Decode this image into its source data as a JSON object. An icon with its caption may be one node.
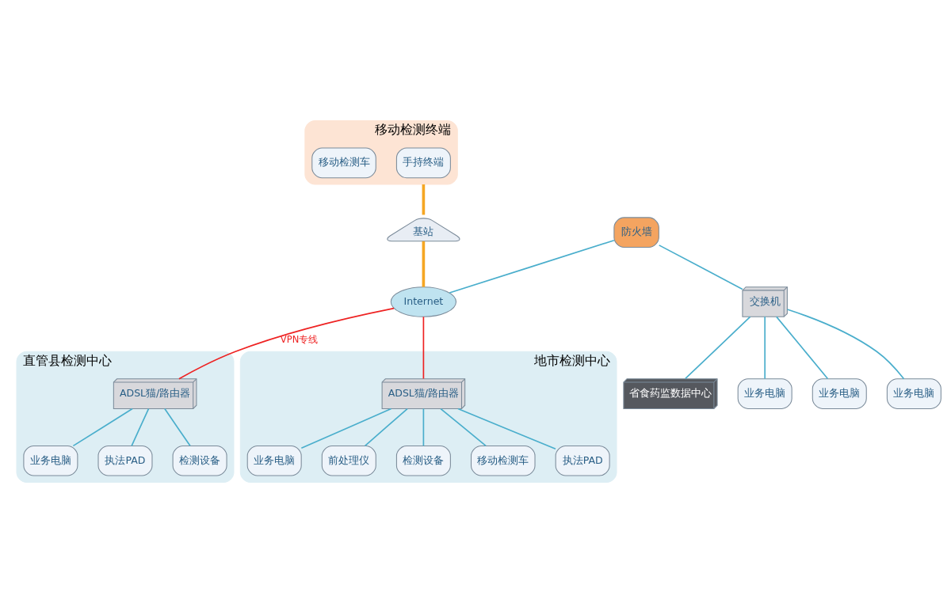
{
  "diagram": {
    "nodes": [
      {
        "text": [
          "移动检测终端"
        ]
      },
      {
        "text": [
          "手持终端"
        ],
        "in": 0
      },
      {
        "text": [
          "移动检测车"
        ],
        "in": 0
      },
      {
        "text": [
          "基站"
        ]
      },
      {
        "text": [
          "Internet"
        ]
      },
      {
        "text": [
          "防火墙"
        ]
      },
      {
        "text": [
          "交换机"
        ]
      },
      {
        "text": [
          "省食药监数据中心"
        ]
      },
      {
        "text": [
          "业务电脑"
        ]
      },
      {
        "text": [
          "业务电脑"
        ]
      },
      {
        "text": [
          "业务电脑"
        ]
      },
      {
        "text": [
          "直管县检测中心"
        ]
      },
      {
        "text": [
          "ADSL猫/路由器"
        ],
        "in": 11
      },
      {
        "text": [
          "业务电脑"
        ],
        "in": 11
      },
      {
        "text": [
          "执法PAD"
        ],
        "in": 11
      },
      {
        "text": [
          "检测设备"
        ],
        "in": 11
      },
      {
        "text": [
          "地市检测中心"
        ]
      },
      {
        "text": [
          "ADSL猫/路由器"
        ],
        "in": 16
      },
      {
        "text": [
          "业务电脑"
        ],
        "in": 16
      },
      {
        "text": [
          "前处理仪"
        ],
        "in": 16
      },
      {
        "text": [
          "检测设备"
        ],
        "in": 16
      },
      {
        "text": [
          "移动检测车"
        ],
        "in": 16
      },
      {
        "text": [
          "执法PAD"
        ],
        "in": 16
      }
    ],
    "edges": [
      {
        "from": 0,
        "to": 3,
        "arrow": "none",
        "style": "thick",
        "color": "#f5a623"
      },
      {
        "from": 3,
        "to": 4,
        "arrow": "none",
        "style": "thick",
        "color": "#f5a623"
      },
      {
        "from": 5,
        "to": 4,
        "arrow": "none"
      },
      {
        "from": 5,
        "to": 6,
        "arrow": "none"
      },
      {
        "from": 6,
        "to": 7,
        "arrow": "none"
      },
      {
        "from": 6,
        "to": 8,
        "arrow": "none"
      },
      {
        "from": 6,
        "to": 9,
        "arrow": "none"
      },
      {
        "from": 6,
        "to": 10,
        "arrow": "none"
      },
      {
        "from": 4,
        "to": 12,
        "arrow": "none",
        "color": "#ee2222",
        "label": "VPN专线"
      },
      {
        "from": 4,
        "to": 17,
        "arrow": "none",
        "color": "#ee2222"
      },
      {
        "from": 12,
        "to": 13,
        "arrow": "none"
      },
      {
        "from": 12,
        "to": 14,
        "arrow": "none"
      },
      {
        "from": 12,
        "to": 15,
        "arrow": "none"
      },
      {
        "from": 17,
        "to": 18,
        "arrow": "none"
      },
      {
        "from": 17,
        "to": 19,
        "arrow": "none"
      },
      {
        "from": 17,
        "to": 20,
        "arrow": "none"
      },
      {
        "from": 17,
        "to": 21,
        "arrow": "none"
      },
      {
        "from": 17,
        "to": 22,
        "arrow": "none"
      }
    ]
  }
}
